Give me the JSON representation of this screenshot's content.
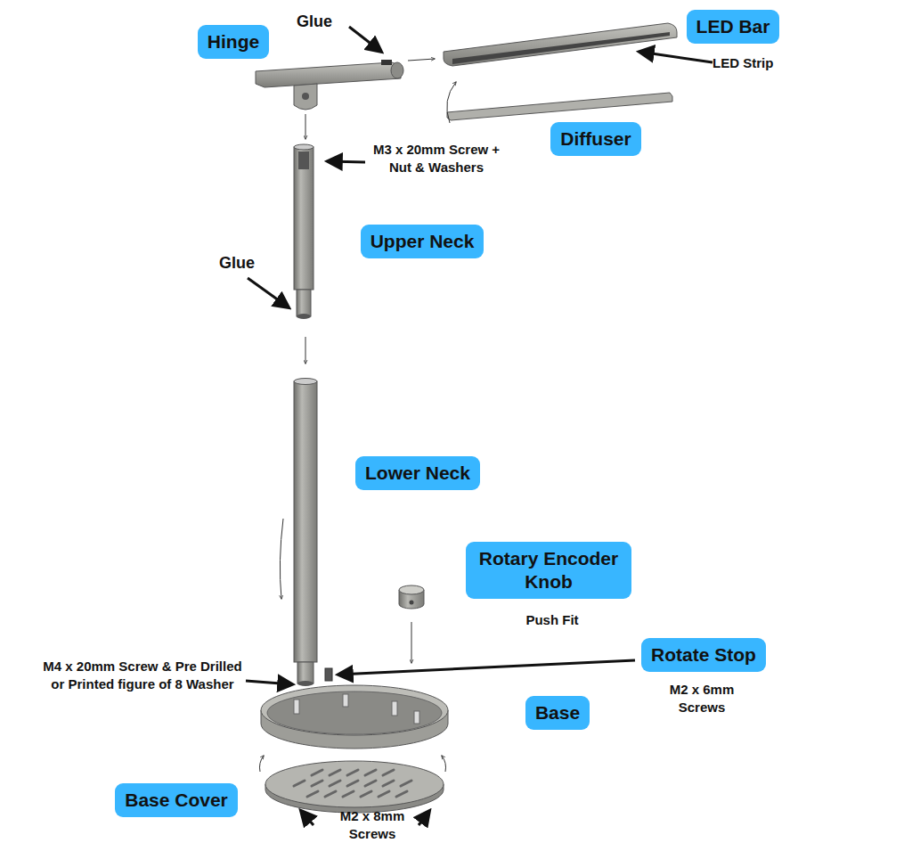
{
  "diagram": {
    "nodes": [
      {
        "text": [
          "Hinge"
        ]
      },
      {
        "text": [
          "LED Bar"
        ]
      },
      {
        "text": [
          "Diffuser"
        ]
      },
      {
        "text": [
          "Upper Neck"
        ]
      },
      {
        "text": [
          "Lower Neck"
        ]
      },
      {
        "text": [
          "Rotary Encoder Knob"
        ]
      },
      {
        "text": [
          "Rotate Stop"
        ]
      },
      {
        "text": [
          "Base"
        ]
      },
      {
        "text": [
          "Base Cover"
        ]
      }
    ],
    "labels": [
      "Glue",
      "LED Strip",
      "M3 x 20mm Screw + Nut & Washers",
      "Glue",
      "Push Fit",
      "M2 x 6mm Screws",
      "M4 x 20mm Screw & Pre Drilled or Printed figure of 8 Washer",
      "M2 x 8mm Screws"
    ]
  }
}
